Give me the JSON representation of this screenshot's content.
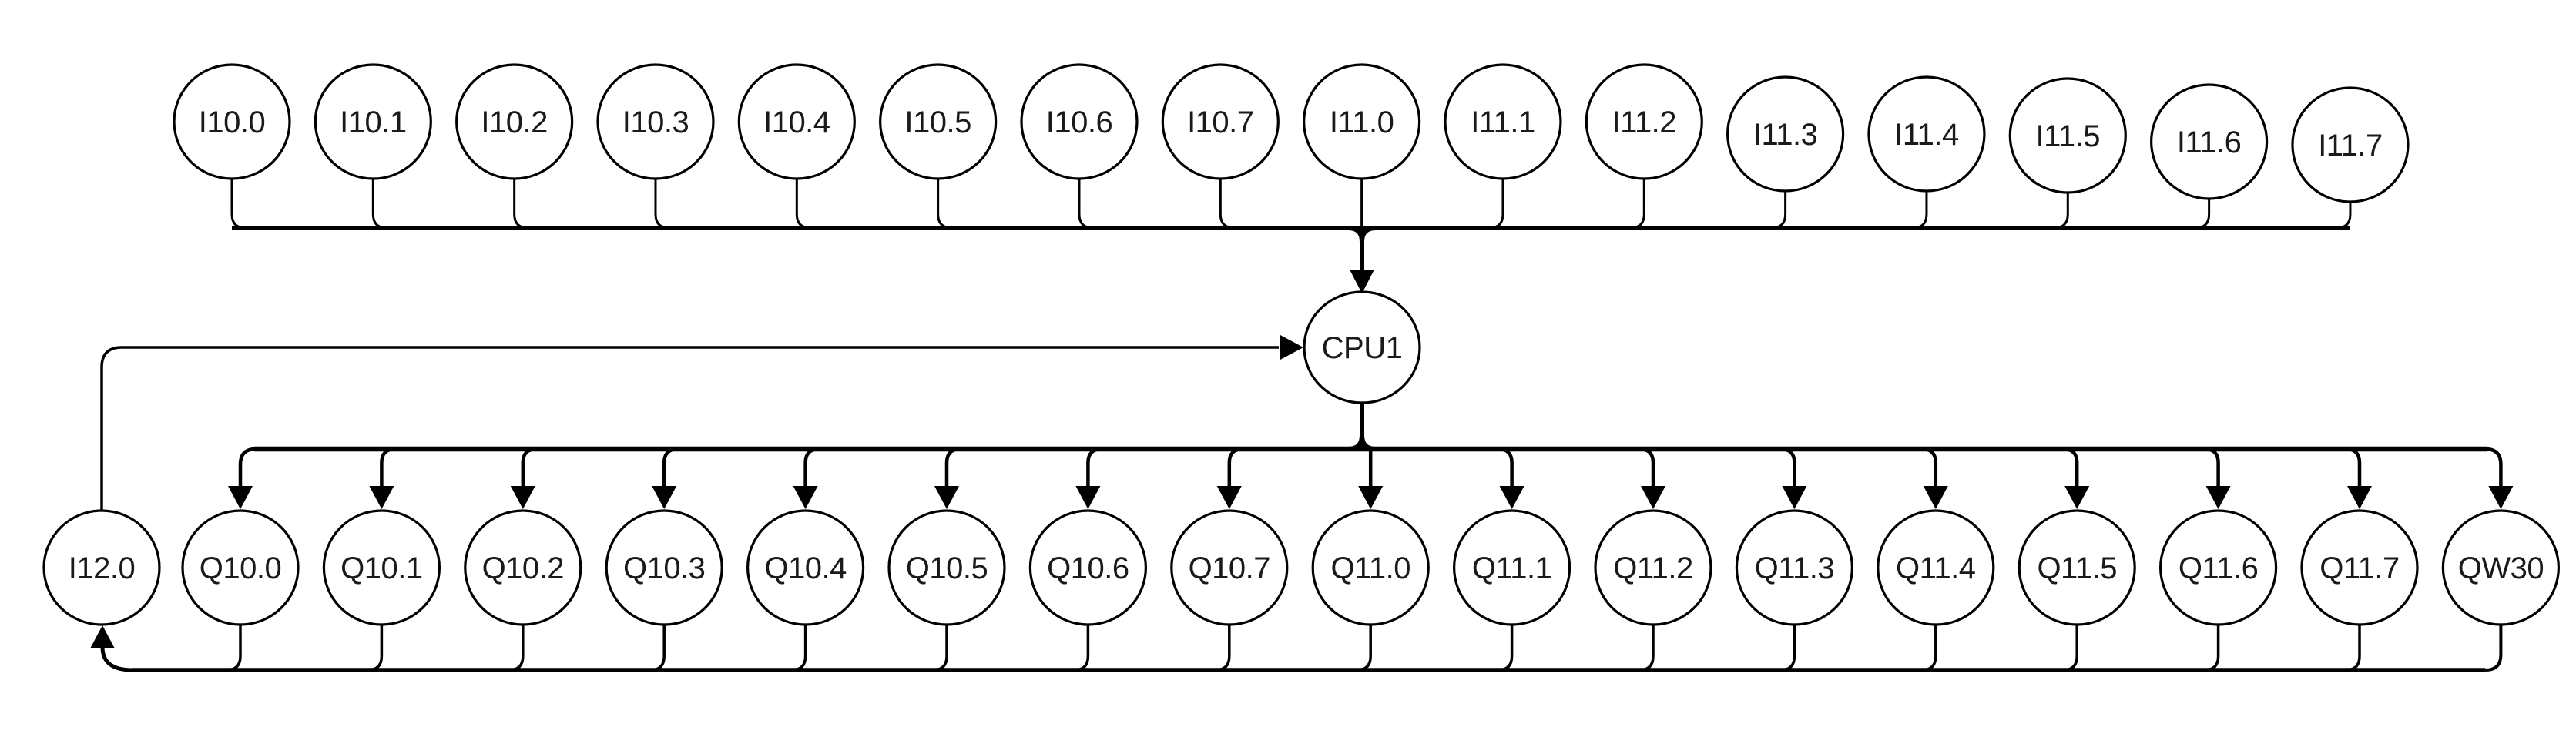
{
  "diagram": {
    "background_color": "#ffffff",
    "line_color": "#000000",
    "text_color": "#1a1a1a",
    "cpu": {
      "label": "CPU1"
    },
    "top_inputs": [
      "I10.0",
      "I10.1",
      "I10.2",
      "I10.3",
      "I10.4",
      "I10.5",
      "I10.6",
      "I10.7",
      "I11.0",
      "I11.1",
      "I11.2",
      "I11.3",
      "I11.4",
      "I11.5",
      "I11.6",
      "I11.7"
    ],
    "left_input": {
      "label": "I12.0"
    },
    "outputs": [
      "Q10.0",
      "Q10.1",
      "Q10.2",
      "Q10.3",
      "Q10.4",
      "Q10.5",
      "Q10.6",
      "Q10.7",
      "Q11.0",
      "Q11.1",
      "Q11.2",
      "Q11.3",
      "Q11.4",
      "Q11.5",
      "Q11.6",
      "Q11.7",
      "QW30"
    ],
    "connections": [
      {
        "name": "inputs-to-cpu",
        "from": "I10.0 - I11.7",
        "to": "CPU1",
        "description": "each top input drops to a shared horizontal bus that merges below I11.0 and enters the top of CPU1 with a down arrow"
      },
      {
        "name": "i12-to-cpu",
        "from": "I12.0",
        "to": "CPU1",
        "description": "I12.0 runs up and across to the left side of CPU1, ending in a right arrow"
      },
      {
        "name": "cpu-to-outputs",
        "from": "CPU1",
        "to": "Q10.0 - Q11.7, QW30",
        "description": "CPU1 drops to a shared horizontal bus that fans out with a down arrow into the top of every output circle"
      },
      {
        "name": "outputs-to-i12",
        "from": "Q10.0 - QW30",
        "to": "I12.0",
        "description": "every output circle drops to a lower return bus that runs left and enters the bottom of I12.0 with an up arrow"
      }
    ]
  }
}
